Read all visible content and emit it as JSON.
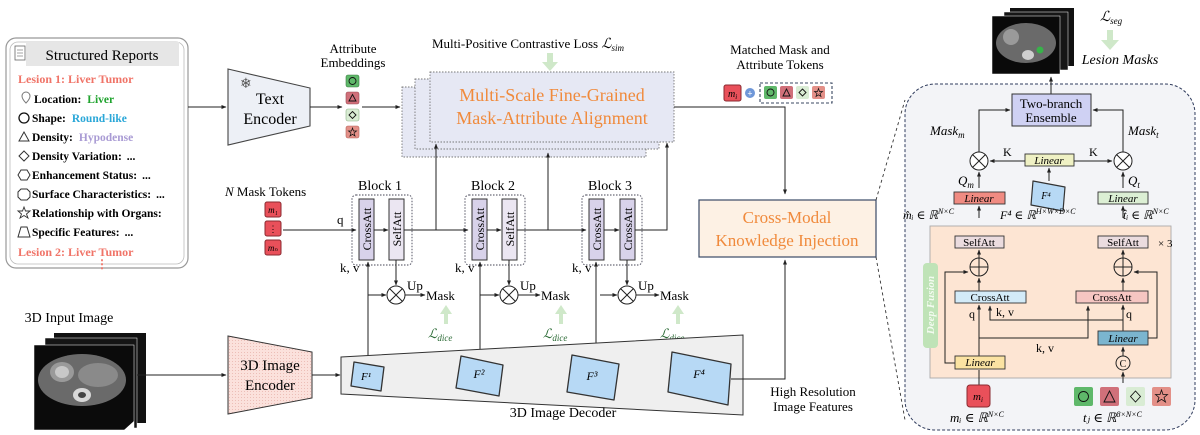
{
  "reports": {
    "title": "Structured Reports",
    "lesion1": "Lesion 1:  Liver Tumor",
    "items": [
      {
        "label": "Location:",
        "value": "Liver",
        "icon": "location-pin",
        "color": "#1fa32e"
      },
      {
        "label": "Shape:",
        "value": "Round-like",
        "icon": "circle",
        "color": "#2aa7d8"
      },
      {
        "label": "Density:",
        "value": "Hypodense",
        "icon": "triangle",
        "color": "#a99bd4"
      },
      {
        "label": "Density Variation:",
        "value": "...",
        "icon": "diamond",
        "color": "#111111"
      },
      {
        "label": "Enhancement Status:",
        "value": "...",
        "icon": "hexagon",
        "color": "#111111"
      },
      {
        "label": "Surface Characteristics:",
        "value": "...",
        "icon": "octagon",
        "color": "#111111"
      },
      {
        "label": "Relationship with Organs:",
        "value": "",
        "icon": "star",
        "color": "#111111"
      },
      {
        "label": "Specific Features:",
        "value": "...",
        "icon": "trapezoid",
        "color": "#111111"
      }
    ],
    "lesion2": "Lesion 2:  Liver Tumor",
    "more": "⋮",
    "lesion_color": "#f07468"
  },
  "text_encoder": {
    "label1": "Text",
    "label2": "Encoder",
    "icon": "snowflake"
  },
  "attr_embeddings": {
    "label1": "Attribute",
    "label2": "Embeddings"
  },
  "alignment": {
    "loss_label": "Multi-Positive Contrastive Loss ",
    "loss_symbol": "ℒ",
    "loss_sub": "sim",
    "title1": "Multi-Scale Fine-Grained",
    "title2": "Mask-Attribute Alignment",
    "color": "#f08a3c"
  },
  "matched": {
    "label1": "Matched Mask and",
    "label2": "Attribute Tokens",
    "mask_token": "m",
    "mask_sub": "i"
  },
  "mask_tokens": {
    "label_n": "N",
    "label": " Mask Tokens",
    "tokens": [
      "m₁",
      "⋮",
      "mₙ"
    ]
  },
  "blocks": [
    {
      "name": "Block 1",
      "att1": "CrossAtt",
      "att2": "SelfAtt"
    },
    {
      "name": "Block 2",
      "att1": "CrossAtt",
      "att2": "SelfAtt"
    },
    {
      "name": "Block 3",
      "att1": "CrossAtt",
      "att2": "CrossAtt"
    }
  ],
  "flow_labels": {
    "q": "q",
    "kv": "k, v",
    "up": "Up",
    "mask": "Mask",
    "dice_symbol": "ℒ",
    "dice_sub": "dice"
  },
  "cmki": {
    "title1": "Cross-Modal",
    "title2": "Knowledge Injection",
    "color": "#f08a3c"
  },
  "input_image": {
    "label": "3D Input Image"
  },
  "image_encoder": {
    "label1": "3D Image",
    "label2": "Encoder"
  },
  "decoder": {
    "label": "3D Image Decoder",
    "features": [
      "F¹",
      "F²",
      "F³",
      "F⁴"
    ]
  },
  "hires": {
    "label1": "High Resolution",
    "label2": "Image Features"
  },
  "right_panel": {
    "loss_symbol": "ℒ",
    "loss_sub": "seg",
    "lesion_masks": "Lesion Masks",
    "ensemble1": "Two-branch",
    "ensemble2": "Ensemble",
    "mask_m": "Mask",
    "mask_m_sub": "m",
    "mask_t": "Mask",
    "mask_t_sub": "t",
    "k": "K",
    "linear": "Linear",
    "f4": "F⁴",
    "qm": "Q",
    "qm_sub": "m",
    "qt": "Q",
    "qt_sub": "t",
    "m_hat": "m̂ᵢ ∈ ℝ",
    "m_hat_sup": "N×C",
    "f4_dim": "F⁴ ∈ ℝ",
    "f4_dim_sup": "H×W×D×C",
    "t_hat": "t̂ᵢ ∈ ℝ",
    "t_hat_sup": "N×C",
    "selfatt": "SelfAtt",
    "times3": "× 3",
    "crossatt": "CrossAtt",
    "deep_fusion": "Deep Fusion",
    "concat": "C",
    "mi_dim": "mᵢ ∈ ℝ",
    "mi_dim_sup": "N×C",
    "tj_dim": "tⱼ ∈ ℝ",
    "tj_dim_sup": "8×N×C"
  }
}
